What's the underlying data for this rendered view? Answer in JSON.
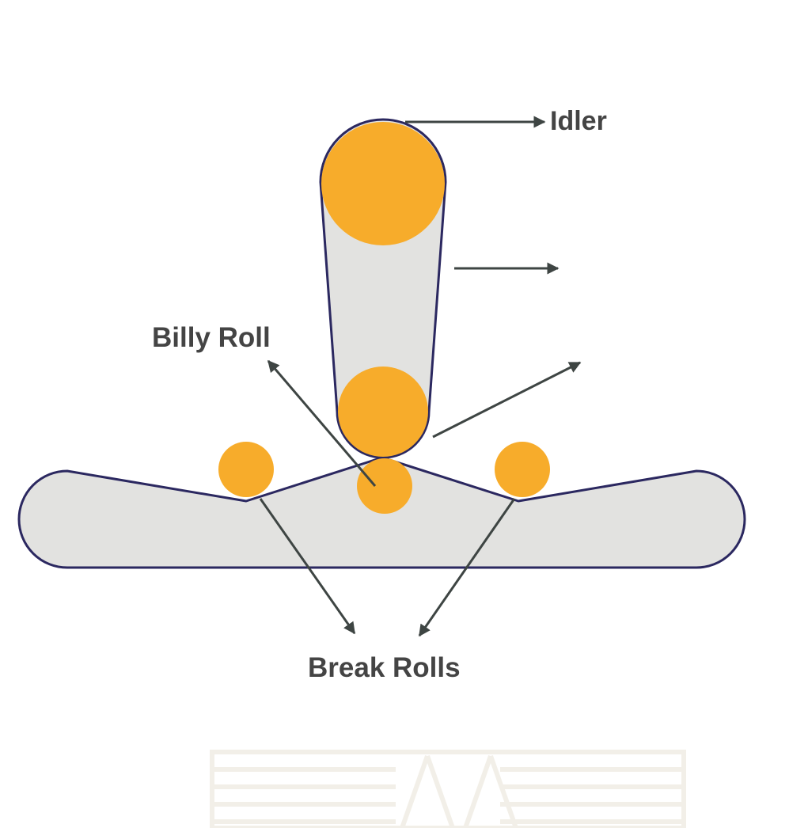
{
  "labels": {
    "idler": "Idler",
    "billy_roll": "Billy Roll",
    "break_rolls": "Break Rolls"
  },
  "colors": {
    "roll_fill": "#f7ac2b",
    "belt_fill": "#e2e2e0",
    "belt_stroke": "#2b2860",
    "arrow": "#3e4543",
    "text": "#444444",
    "watermark": "#f2efe8"
  },
  "icons": {
    "watermark": "logo-watermark"
  }
}
